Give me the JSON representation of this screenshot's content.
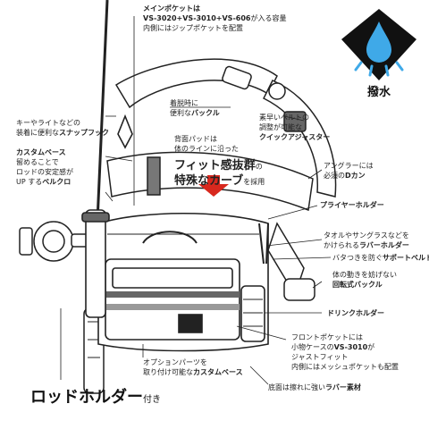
{
  "badge": {
    "label": "撥水",
    "icon": "water-drop-icon"
  },
  "title": {
    "main": "ロッドホルダー",
    "suffix": "付き"
  },
  "labels": {
    "main_pocket": {
      "l1": "メインポケットは",
      "l2": "VS-3020+VS-3010+VS-606",
      "l2b": "が入る容量",
      "l3": "内側にはジップポケットを配置"
    },
    "key_hook": {
      "l1": "キーやライトなどの",
      "l2": "装着に便利な",
      "l2b": "スナップフック"
    },
    "custom_base_top": {
      "l1": "カスタムベース",
      "l2": "留めることで",
      "l3": "ロッドの安定感が",
      "l4a": "UP する",
      "l4b": "ベルクロ"
    },
    "buckle": {
      "l1": "着脱時に",
      "l2": "便利な",
      "l2b": "バックル"
    },
    "quick_adjuster": {
      "l1": "素早いベルトの",
      "l2": "調整が可能な",
      "l3": "クイックアジャスター"
    },
    "back_pad": {
      "l1": "背面パッドは",
      "l2": "体のラインに沿った",
      "fit_a": "フィット感抜群",
      "fit_b": "の",
      "fit_c": "特殊なカーブ",
      "fit_d": "を採用"
    },
    "angler": {
      "l1": "アングラーには",
      "l2": "必須の",
      "l2b": "Dカン"
    },
    "plier_holder": {
      "l1": "プライヤーホルダー"
    },
    "rubber_holder": {
      "l1": "タオルやサングラスなどを",
      "l2": "かけられる",
      "l2b": "ラバーホルダー"
    },
    "support_belt": {
      "l1": "バタつきを防ぐ",
      "l1b": "サポートベルト"
    },
    "rotary_buckle": {
      "l1": "体の動きを妨げない",
      "l2": "回転式バックル"
    },
    "drink_holder": {
      "l1": "ドリンクホルダー"
    },
    "front_pocket": {
      "l1": "フロントポケットには",
      "l2": "小物ケースの",
      "l2b": "VS-3010",
      "l2c": "が",
      "l3": "ジャストフィット",
      "l4": "内側にはメッシュポケットも配置"
    },
    "option_base": {
      "l1": "オプションパーツを",
      "l2": "取り付け可能な",
      "l2b": "カスタムベース"
    },
    "bottom": {
      "l1": "底面は擦れに強い",
      "l1b": "ラバー素材"
    }
  },
  "colors": {
    "accent_red": "#d8281e",
    "badge_bg": "#111111",
    "drop_blue": "#3fa9e8"
  }
}
